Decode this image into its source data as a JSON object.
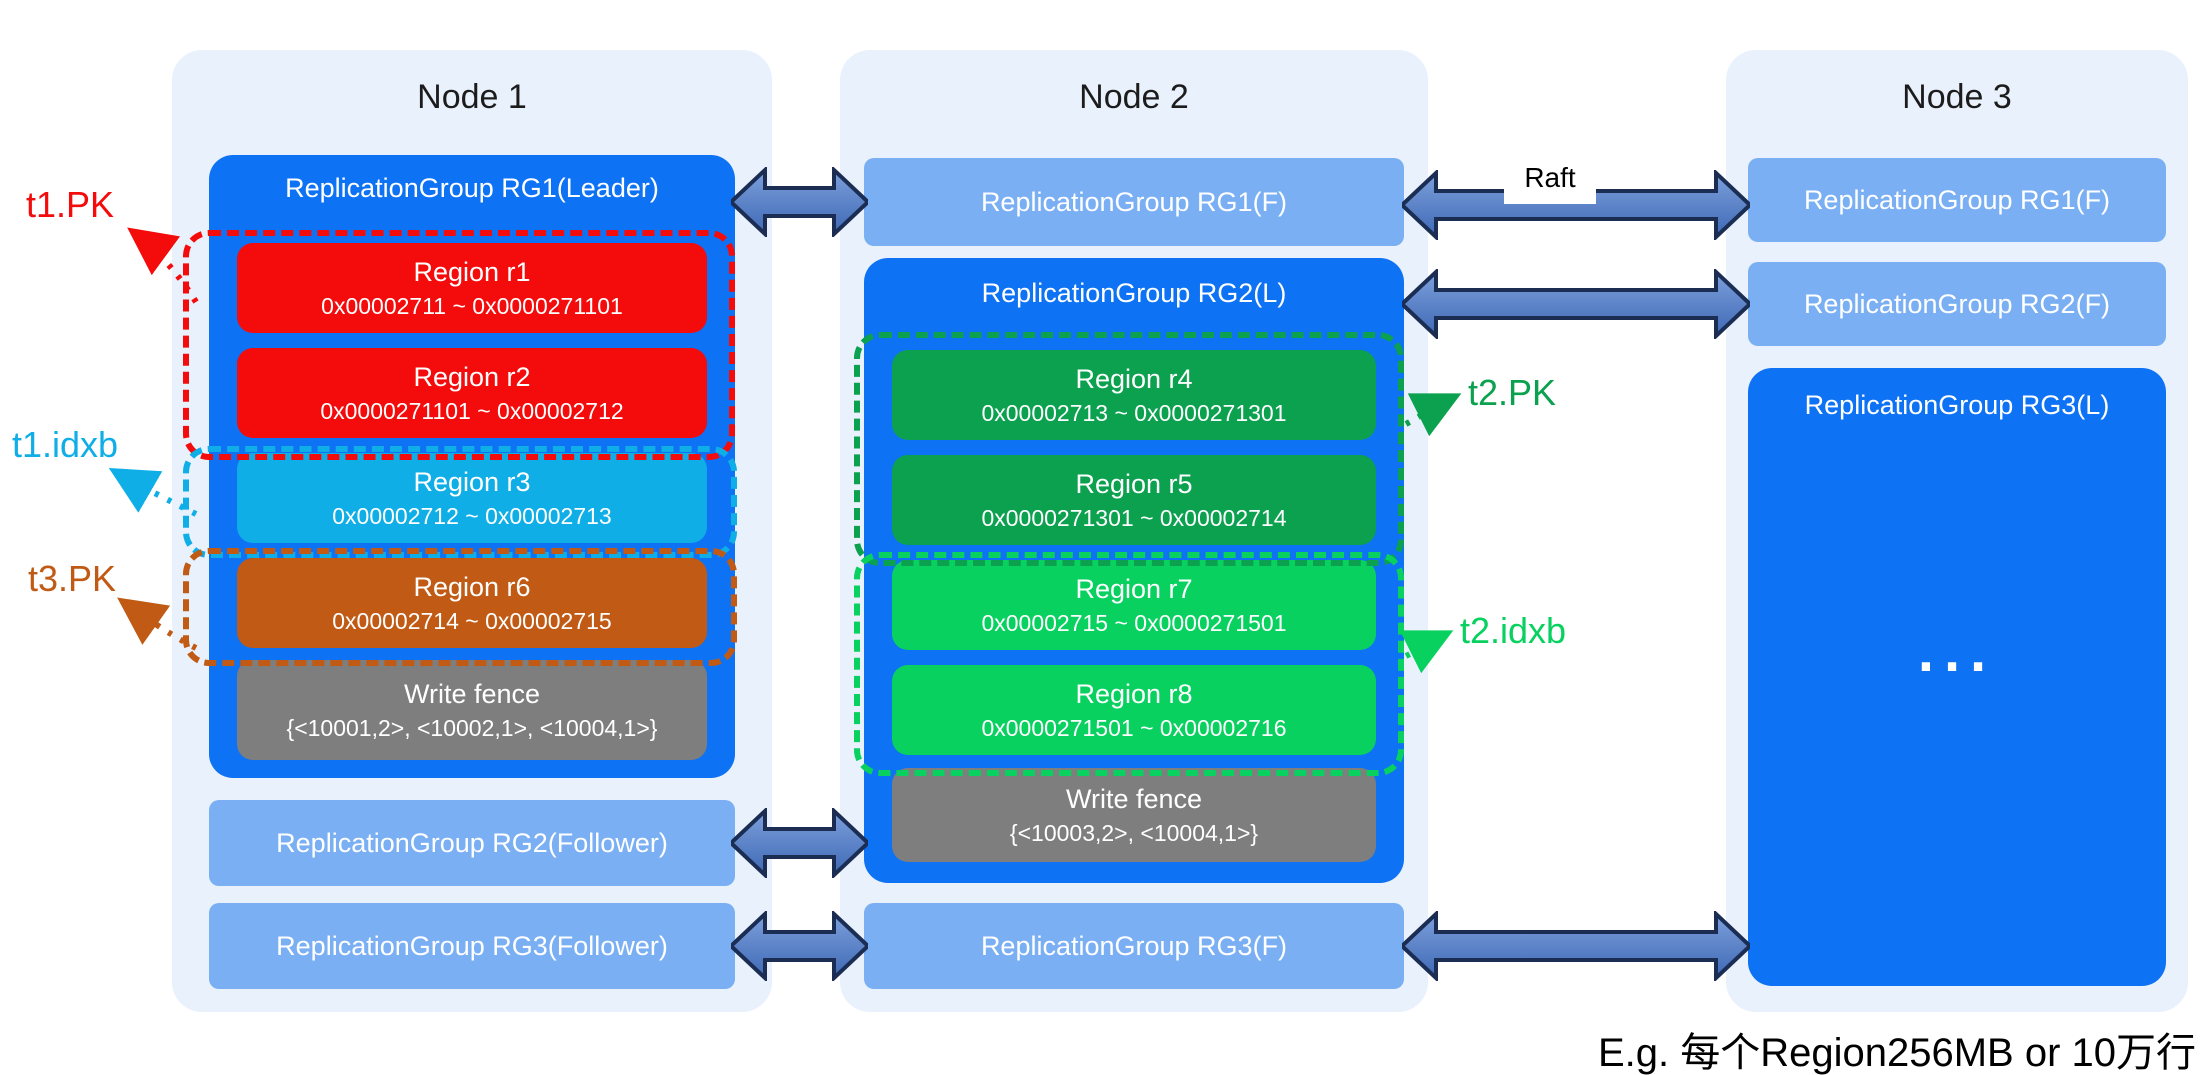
{
  "colors": {
    "panel_bg": "#E9F1FC",
    "leader_blue": "#0E72F4",
    "follower_blue": "#7AAFF3",
    "red": "#F40B0B",
    "cyan": "#0FAEE6",
    "brown": "#C05A14",
    "green_dark": "#0BA14E",
    "green_bright": "#08D160",
    "gray": "#7E7E7E",
    "arrow_fill_top": "#7DA0DC",
    "arrow_fill_bottom": "#3E69B5",
    "arrow_border": "#1B2D52"
  },
  "caption": "E.g. 每个Region256MB or 10万行",
  "labels": {
    "raft": "Raft",
    "t1_pk": "t1.PK",
    "t1_idxb": "t1.idxb",
    "t3_pk": "t3.PK",
    "t2_pk": "t2.PK",
    "t2_idxb": "t2.idxb"
  },
  "node1": {
    "title": "Node 1",
    "rg1_header": "ReplicationGroup RG1(Leader)",
    "regions": [
      {
        "name": "Region r1",
        "range": "0x00002711 ~ 0x0000271101"
      },
      {
        "name": "Region r2",
        "range": "0x0000271101 ~ 0x00002712"
      },
      {
        "name": "Region r3",
        "range": "0x00002712 ~ 0x00002713"
      },
      {
        "name": "Region r6",
        "range": "0x00002714 ~ 0x00002715"
      }
    ],
    "write_fence": {
      "title": "Write fence",
      "entries": "{<10001,2>, <10002,1>, <10004,1>}"
    },
    "rg2_label": "ReplicationGroup RG2(Follower)",
    "rg3_label": "ReplicationGroup RG3(Follower)"
  },
  "node2": {
    "title": "Node 2",
    "rg1_label": "ReplicationGroup RG1(F)",
    "rg2_header": "ReplicationGroup RG2(L)",
    "regions": [
      {
        "name": "Region r4",
        "range": "0x00002713 ~ 0x0000271301"
      },
      {
        "name": "Region r5",
        "range": "0x0000271301 ~ 0x00002714"
      },
      {
        "name": "Region r7",
        "range": "0x00002715 ~ 0x0000271501"
      },
      {
        "name": "Region r8",
        "range": "0x0000271501 ~ 0x00002716"
      }
    ],
    "write_fence": {
      "title": "Write fence",
      "entries": "{<10003,2>, <10004,1>}"
    },
    "rg3_label": "ReplicationGroup RG3(F)"
  },
  "node3": {
    "title": "Node 3",
    "rg1_label": "ReplicationGroup RG1(F)",
    "rg2_label": "ReplicationGroup RG2(F)",
    "rg3_header": "ReplicationGroup RG3(L)",
    "rg3_ellipsis": "..."
  }
}
